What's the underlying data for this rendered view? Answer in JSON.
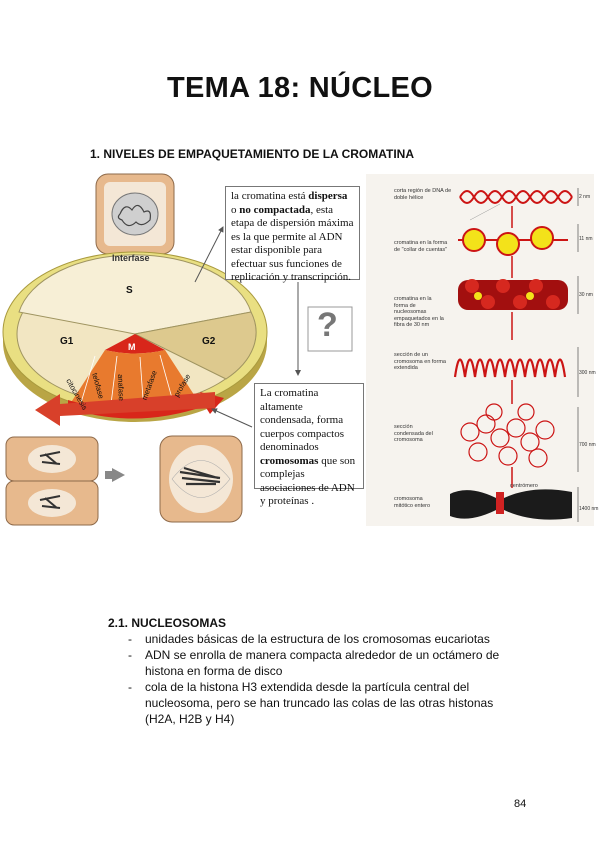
{
  "page": {
    "title": "TEMA 18: NÚCLEO",
    "section1_heading": "1.  NIVELES DE EMPAQUETAMIENTO DE LA CROMATINA",
    "section2_heading": "2.1. NUCLEOSOMAS",
    "page_number": "84"
  },
  "figure_left": {
    "interphase_label": "Interfase",
    "phase_s": "S",
    "phase_g1": "G1",
    "phase_g2": "G2",
    "phase_m": "M",
    "mitosis_phases": [
      "citocinesis",
      "telofase",
      "anafase",
      "metafase",
      "profase"
    ],
    "question_mark": "?",
    "box_top": [
      {
        "text": "la cromatina está ",
        "bold": false
      },
      {
        "text": "dispersa",
        "bold": true
      },
      {
        "text": " o ",
        "bold": false
      },
      {
        "text": "no compactada",
        "bold": true
      },
      {
        "text": ", esta etapa de dispersión máxima es la que permite al ADN estar disponible para efectuar sus funciones de replicación y transcripción.",
        "bold": false
      }
    ],
    "box_bottom": [
      {
        "text": "La cromatina altamente condensada, forma cuerpos compactos denominados ",
        "bold": false
      },
      {
        "text": "cromosomas",
        "bold": true
      },
      {
        "text": " que son complejas asociaciones de ADN y proteínas .",
        "bold": false
      }
    ]
  },
  "figure_right": {
    "levels": [
      {
        "label": "corta región de DNA de doble hélice",
        "size": "2 nm"
      },
      {
        "label": "cromatina en la forma de \"collar de cuentas\"",
        "size": "11 nm"
      },
      {
        "label": "cromatina en la forma de nucleosomas empaquetados en la fibra de 30 nm",
        "size": "30 nm"
      },
      {
        "label": "sección de un cromosoma en forma extendida",
        "size": "300 nm"
      },
      {
        "label": "sección condensada del cromosoma",
        "size": "700 nm"
      },
      {
        "label": "cromosoma mitótico entero",
        "size": "1400 nm"
      }
    ],
    "centromere_label": "centrómero"
  },
  "nucleosomas": {
    "bullets": [
      "unidades básicas de la estructura de los cromosomas eucariotas",
      "ADN se enrolla de manera compacta alrededor de un octámero de histona en forma de disco",
      "cola de la histona H3 extendida desde la partícula central del nucleosoma, pero se han truncado las colas de las otras histonas (H2A, H2B y H4)"
    ]
  },
  "colors": {
    "cycle_yellow": "#e9df82",
    "cycle_g1": "#f2e6c2",
    "cycle_g2": "#ddc98e",
    "mitosis_orange": "#e87a2e",
    "mitosis_red": "#d8261a",
    "dna_red": "#cc1414",
    "nucleosome_yellow": "#f3e21a"
  }
}
